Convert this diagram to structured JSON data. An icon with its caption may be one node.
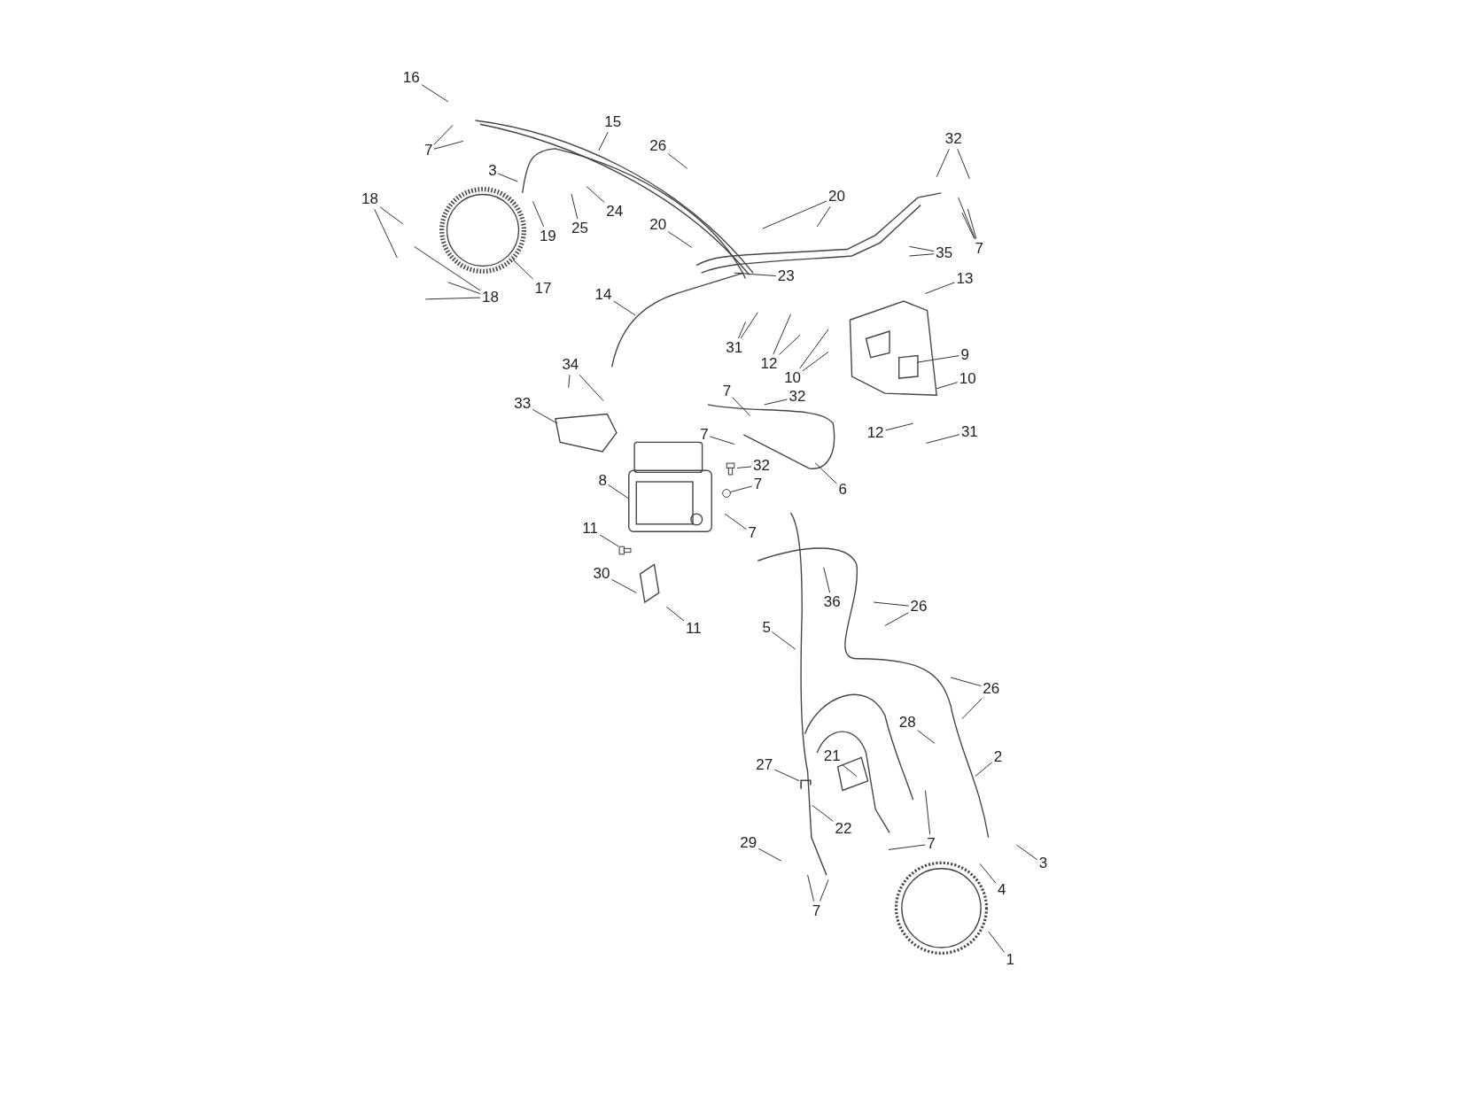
{
  "diagram": {
    "nodes": [
      {
        "text": [
          "16"
        ]
      },
      {
        "text": [
          "7"
        ]
      },
      {
        "text": [
          "15"
        ]
      },
      {
        "text": [
          "26"
        ]
      },
      {
        "text": [
          "3"
        ]
      },
      {
        "text": [
          "19"
        ]
      },
      {
        "text": [
          "24"
        ]
      },
      {
        "text": [
          "25"
        ]
      },
      {
        "text": [
          "18"
        ]
      },
      {
        "text": [
          "17"
        ]
      },
      {
        "text": [
          "18"
        ]
      },
      {
        "text": [
          "32"
        ]
      },
      {
        "text": [
          "20"
        ]
      },
      {
        "text": [
          "20"
        ]
      },
      {
        "text": [
          "7"
        ]
      },
      {
        "text": [
          "35"
        ]
      },
      {
        "text": [
          "23"
        ]
      },
      {
        "text": [
          "14"
        ]
      },
      {
        "text": [
          "13"
        ]
      },
      {
        "text": [
          "31"
        ]
      },
      {
        "text": [
          "12"
        ]
      },
      {
        "text": [
          "10"
        ]
      },
      {
        "text": [
          "9"
        ]
      },
      {
        "text": [
          "10"
        ]
      },
      {
        "text": [
          "34"
        ]
      },
      {
        "text": [
          "33"
        ]
      },
      {
        "text": [
          "7"
        ]
      },
      {
        "text": [
          "32"
        ]
      },
      {
        "text": [
          "7"
        ]
      },
      {
        "text": [
          "12"
        ]
      },
      {
        "text": [
          "31"
        ]
      },
      {
        "text": [
          "6"
        ]
      },
      {
        "text": [
          "32"
        ]
      },
      {
        "text": [
          "7"
        ]
      },
      {
        "text": [
          "8"
        ]
      },
      {
        "text": [
          "7"
        ]
      },
      {
        "text": [
          "11"
        ]
      },
      {
        "text": [
          "30"
        ]
      },
      {
        "text": [
          "11"
        ]
      },
      {
        "text": [
          "36"
        ]
      },
      {
        "text": [
          "26"
        ]
      },
      {
        "text": [
          "5"
        ]
      },
      {
        "text": [
          "26"
        ]
      },
      {
        "text": [
          "28"
        ]
      },
      {
        "text": [
          "2"
        ]
      },
      {
        "text": [
          "27"
        ]
      },
      {
        "text": [
          "21"
        ]
      },
      {
        "text": [
          "22"
        ]
      },
      {
        "text": [
          "7"
        ]
      },
      {
        "text": [
          "29"
        ]
      },
      {
        "text": [
          "3"
        ]
      },
      {
        "text": [
          "4"
        ]
      },
      {
        "text": [
          "7"
        ]
      },
      {
        "text": [
          "1"
        ]
      },
      {
        "text": [],
        "shape": "picture"
      },
      {
        "text": [],
        "shape": "picture"
      },
      {
        "text": [],
        "shape": "picture"
      },
      {
        "text": [],
        "shape": "picture"
      },
      {
        "text": [],
        "shape": "circle"
      }
    ],
    "edges": [
      {
        "from": 0,
        "to": null,
        "arrow": "none"
      },
      {
        "from": 1,
        "to": null,
        "arrow": "none"
      },
      {
        "from": 1,
        "to": null,
        "arrow": "none"
      },
      {
        "from": 2,
        "to": null,
        "arrow": "none"
      },
      {
        "from": 3,
        "to": null,
        "arrow": "none"
      },
      {
        "from": 4,
        "to": null,
        "arrow": "none"
      },
      {
        "from": 5,
        "to": null,
        "arrow": "none"
      },
      {
        "from": 6,
        "to": null,
        "arrow": "none"
      },
      {
        "from": 7,
        "to": null,
        "arrow": "none"
      },
      {
        "from": 8,
        "to": null,
        "arrow": "none"
      },
      {
        "from": 8,
        "to": null,
        "arrow": "none"
      },
      {
        "from": 9,
        "to": 57,
        "arrow": "none"
      },
      {
        "from": 10,
        "to": null,
        "arrow": "none"
      },
      {
        "from": 10,
        "to": null,
        "arrow": "none"
      },
      {
        "from": 10,
        "to": null,
        "arrow": "none"
      },
      {
        "from": 11,
        "to": null,
        "arrow": "none"
      },
      {
        "from": 11,
        "to": null,
        "arrow": "none"
      },
      {
        "from": 12,
        "to": null,
        "arrow": "none"
      },
      {
        "from": 12,
        "to": null,
        "arrow": "none"
      },
      {
        "from": 13,
        "to": null,
        "arrow": "none"
      },
      {
        "from": 14,
        "to": null,
        "arrow": "none"
      },
      {
        "from": 14,
        "to": null,
        "arrow": "none"
      },
      {
        "from": 14,
        "to": null,
        "arrow": "none"
      },
      {
        "from": 15,
        "to": null,
        "arrow": "none"
      },
      {
        "from": 15,
        "to": null,
        "arrow": "none"
      },
      {
        "from": 16,
        "to": null,
        "arrow": "none"
      },
      {
        "from": 17,
        "to": null,
        "arrow": "none"
      },
      {
        "from": 18,
        "to": null,
        "arrow": "none"
      },
      {
        "from": 19,
        "to": null,
        "arrow": "none"
      },
      {
        "from": 19,
        "to": null,
        "arrow": "none"
      },
      {
        "from": 20,
        "to": null,
        "arrow": "none"
      },
      {
        "from": 20,
        "to": null,
        "arrow": "none"
      },
      {
        "from": 21,
        "to": null,
        "arrow": "none"
      },
      {
        "from": 21,
        "to": null,
        "arrow": "none"
      },
      {
        "from": 22,
        "to": null,
        "arrow": "none"
      },
      {
        "from": 23,
        "to": null,
        "arrow": "none"
      },
      {
        "from": 24,
        "to": null,
        "arrow": "none"
      },
      {
        "from": 24,
        "to": null,
        "arrow": "none"
      },
      {
        "from": 25,
        "to": null,
        "arrow": "none"
      },
      {
        "from": 26,
        "to": null,
        "arrow": "none"
      },
      {
        "from": 27,
        "to": null,
        "arrow": "none"
      },
      {
        "from": 28,
        "to": null,
        "arrow": "none"
      },
      {
        "from": 29,
        "to": null,
        "arrow": "none"
      },
      {
        "from": 30,
        "to": null,
        "arrow": "none"
      },
      {
        "from": 31,
        "to": null,
        "arrow": "none"
      },
      {
        "from": 32,
        "to": 54,
        "arrow": "none"
      },
      {
        "from": 33,
        "to": 58,
        "arrow": "none"
      },
      {
        "from": 34,
        "to": null,
        "arrow": "none"
      },
      {
        "from": 35,
        "to": null,
        "arrow": "none"
      },
      {
        "from": 36,
        "to": 55,
        "arrow": "none"
      },
      {
        "from": 37,
        "to": null,
        "arrow": "none"
      },
      {
        "from": 38,
        "to": null,
        "arrow": "none"
      },
      {
        "from": 39,
        "to": null,
        "arrow": "none"
      },
      {
        "from": 40,
        "to": null,
        "arrow": "none"
      },
      {
        "from": 40,
        "to": null,
        "arrow": "none"
      },
      {
        "from": 41,
        "to": null,
        "arrow": "none"
      },
      {
        "from": 42,
        "to": null,
        "arrow": "none"
      },
      {
        "from": 42,
        "to": null,
        "arrow": "none"
      },
      {
        "from": 43,
        "to": null,
        "arrow": "none"
      },
      {
        "from": 44,
        "to": null,
        "arrow": "none"
      },
      {
        "from": 45,
        "to": 56,
        "arrow": "none"
      },
      {
        "from": 46,
        "to": null,
        "arrow": "none"
      },
      {
        "from": 47,
        "to": null,
        "arrow": "none"
      },
      {
        "from": 48,
        "to": null,
        "arrow": "none"
      },
      {
        "from": 48,
        "to": null,
        "arrow": "none"
      },
      {
        "from": 49,
        "to": null,
        "arrow": "none"
      },
      {
        "from": 50,
        "to": null,
        "arrow": "none"
      },
      {
        "from": 51,
        "to": null,
        "arrow": "none"
      },
      {
        "from": 52,
        "to": null,
        "arrow": "none"
      },
      {
        "from": 52,
        "to": null,
        "arrow": "none"
      },
      {
        "from": 53,
        "to": null,
        "arrow": "none"
      }
    ]
  }
}
